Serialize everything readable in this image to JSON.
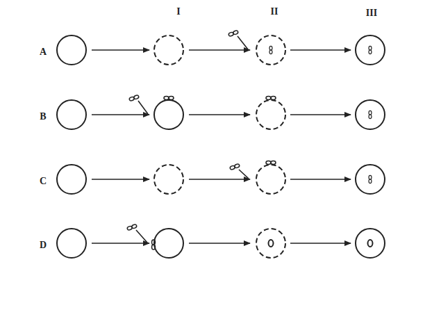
{
  "diagram": {
    "labels": [
      "I",
      "II",
      "III",
      "A",
      "B",
      "C",
      "D"
    ]
  }
}
